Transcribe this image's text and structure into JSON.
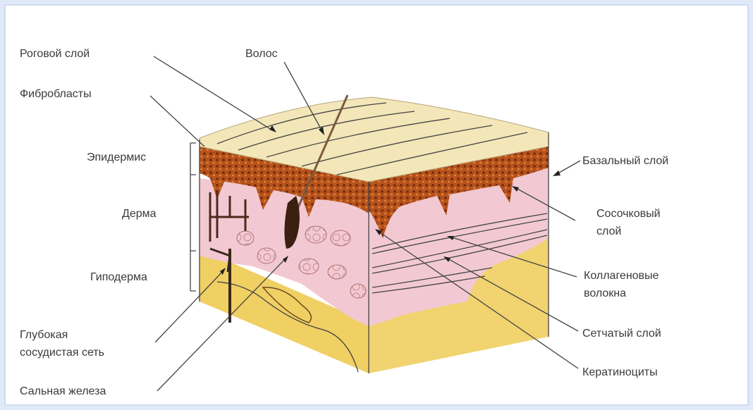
{
  "labels": {
    "horny_layer": "Роговой слой",
    "hair": "Волос",
    "fibroblasts": "Фибробласты",
    "epidermis": "Эпидермис",
    "dermis": "Дерма",
    "hypodermis": "Гиподерма",
    "deep_vascular_1": "Глубокая",
    "deep_vascular_2": "сосудистая сеть",
    "sebaceous_gland": "Сальная железа",
    "basal_layer": "Базальный слой",
    "papillary_1": "Сосочковый",
    "papillary_2": "слой",
    "collagen_1": "Коллагеновые",
    "collagen_2": "волокна",
    "reticular_layer": "Сетчатый слой",
    "keratinocytes": "Кератиноциты"
  },
  "colors": {
    "background": "#ffffff",
    "outer_border": "#dfe9f7",
    "horny": "#f3e6b8",
    "epidermis": "#b7521c",
    "epidermis_dots": "#6e2a0c",
    "dermis": "#f2c9d3",
    "hypodermis": "#f1d36f",
    "ink": "#3a3a3a"
  }
}
